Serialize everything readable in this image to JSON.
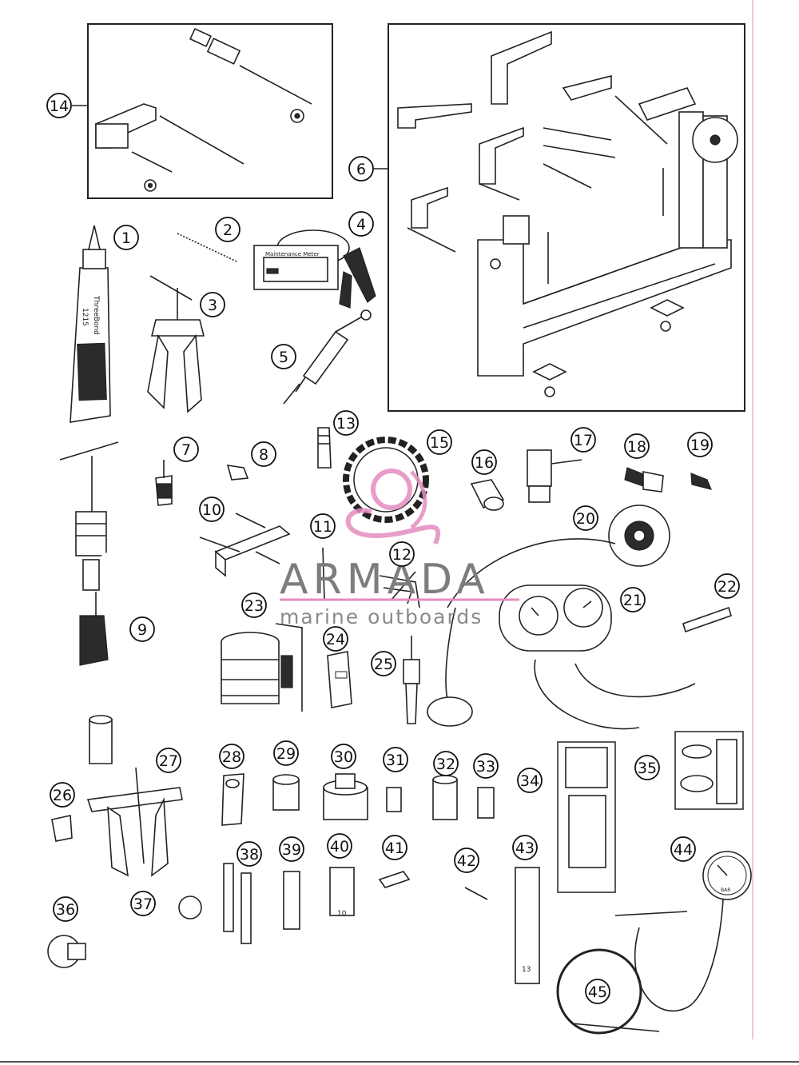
{
  "watermark": {
    "title": "ARMADA",
    "subtitle": "marine outboards",
    "accent_color": "#e58cc0"
  },
  "tube_labels": [
    "ThreeBond",
    "1215"
  ],
  "meter_label": "Maintenance Meter",
  "socket_labels": {
    "part40": "10",
    "part43": "13"
  },
  "gauge_label": "BAR",
  "callouts": [
    "1",
    "2",
    "3",
    "4",
    "5",
    "6",
    "7",
    "8",
    "9",
    "10",
    "11",
    "12",
    "13",
    "14",
    "15",
    "16",
    "17",
    "18",
    "19",
    "20",
    "21",
    "22",
    "23",
    "24",
    "25",
    "26",
    "27",
    "28",
    "29",
    "30",
    "31",
    "32",
    "33",
    "34",
    "35",
    "36",
    "37",
    "38",
    "39",
    "40",
    "41",
    "42",
    "43",
    "44",
    "45"
  ]
}
